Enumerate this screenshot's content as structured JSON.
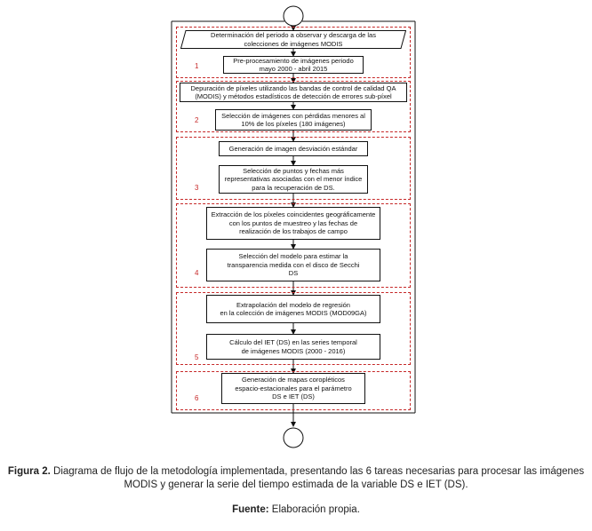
{
  "sections": [
    {
      "number": "1"
    },
    {
      "number": "2"
    },
    {
      "number": "3"
    },
    {
      "number": "4"
    },
    {
      "number": "5"
    },
    {
      "number": "6"
    }
  ],
  "steps": {
    "download": "Determinación del periodo a observar y descarga de las\ncolecciones de imágenes MODIS",
    "preprocess": "Pre-procesamiento de imágenes periodo\nmayo 2000 - abril 2015",
    "debug_pixels": "Depuración de píxeles utilizando las bandas de control de calidad QA\n(MODIS) y métodos estadísticos de detección de errores sub-píxel",
    "select_images": "Selección de imágenes con pérdidas menores al\n10% de los píxeles (180 imágenes)",
    "std_image": "Generación de imagen desviación estándar",
    "select_points": "Selección de puntos y fechas más\nrepresentativas asociadas con el menor índice\npara la recuperación de DS.",
    "extract_pixels": "Extracción de los píxeles coincidentes geográficamente\ncon los puntos de muestreo y las fechas de\nrealización de los trabajos de campo",
    "select_model": "Selección del modelo para estimar la\ntransparencia medida con el disco de Secchi\nDS",
    "extrapolate": "Extrapolación del modelo de regresión\nen la colección de imágenes MODIS (MOD09GA)",
    "calc_iet": "Cálculo del IET (DS) en las series temporal\nde imágenes MODIS (2000 - 2016)",
    "maps": "Generación de mapas coropléticos\nespacio-estacionales para el parámetro\nDS e IET (DS)"
  },
  "caption": {
    "label": "Figura 2.",
    "text": " Diagrama de flujo de la metodología implementada, presentando las 6 tareas necesarias para procesar las imágenes MODIS y generar la serie del tiempo estimada de la variable DS e IET (DS).",
    "source_label": "Fuente:",
    "source_text": " Elaboración propia."
  },
  "colors": {
    "section_border": "#c62828",
    "section_number": "#c62828",
    "box_border": "#111111"
  }
}
